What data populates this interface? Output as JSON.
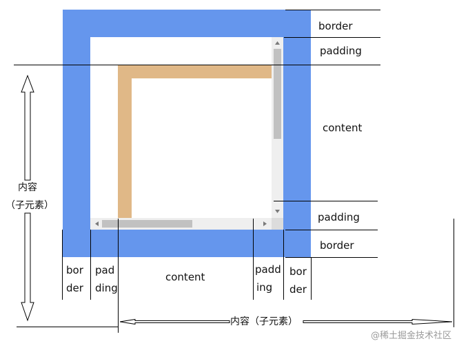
{
  "right_labels": {
    "border_top": "border",
    "padding_top": "padding",
    "content": "content",
    "padding_bottom": "padding",
    "border_bottom": "border"
  },
  "bottom_labels": {
    "border_left": [
      "bor",
      "der"
    ],
    "padding_left": [
      "pad",
      "ding"
    ],
    "content": "content",
    "padding_right": [
      "padd",
      "ing"
    ],
    "border_right": [
      "bor",
      "der"
    ]
  },
  "vertical_content_label": [
    "内容",
    "（子元素）"
  ],
  "horizontal_content_label": "内容（子元素）",
  "watermark": "@稀土掘金技术社区",
  "colors": {
    "border": "#6596ed",
    "padding": "#ffffff",
    "child_element": "#e0b887",
    "scrollbar_track": "#efefef",
    "scrollbar_thumb": "#c1c1c1",
    "scroll_arrow": "#7a7a7a",
    "line": "#000000"
  }
}
